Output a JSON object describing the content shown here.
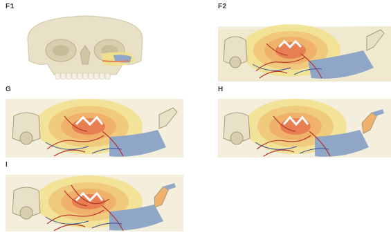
{
  "figure": {
    "panels": [
      {
        "id": "f1",
        "label": "F1"
      },
      {
        "id": "f2",
        "label": "F2"
      },
      {
        "id": "g",
        "label": "G"
      },
      {
        "id": "h",
        "label": "H"
      },
      {
        "id": "i",
        "label": "I"
      }
    ],
    "colors": {
      "bone": "#e9e1c7",
      "bone_dark": "#cfc6a6",
      "yellow": "#f1e08c",
      "orange": "#f0b26a",
      "red_orange": "#e77f52",
      "blue": "#8fa6c7",
      "vessel": "#b8342a",
      "vein": "#3b4fa0"
    }
  }
}
